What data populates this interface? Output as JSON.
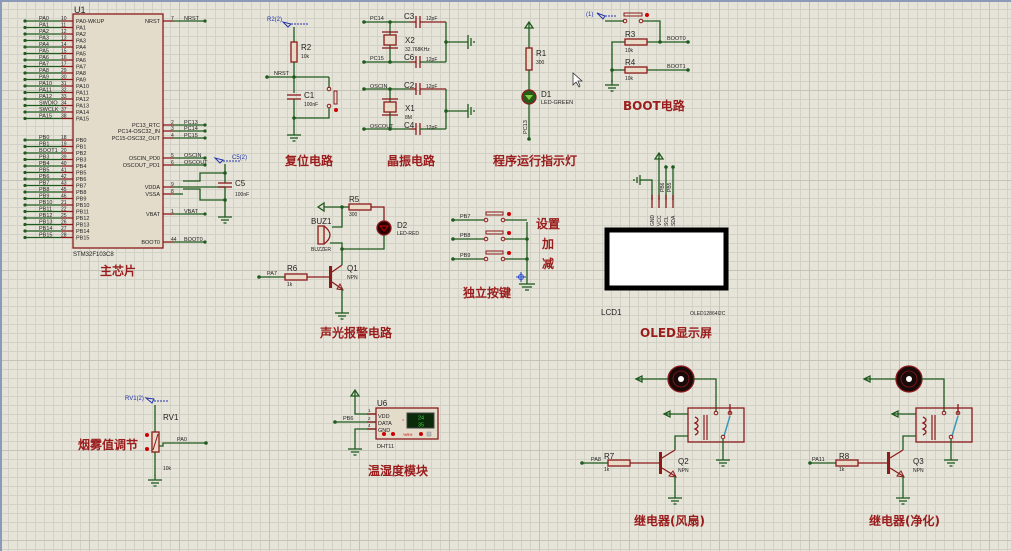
{
  "sections": {
    "mcu": "主芯片",
    "reset": "复位电路",
    "crystal": "晶振电路",
    "run_led": "程序运行指示灯",
    "boot": "BOOT电路",
    "alarm": "声光报警电路",
    "keys": "独立按键",
    "oled": "OLED显示屏",
    "smoke": "烟雾值调节",
    "dht": "温湿度模块",
    "relay_fan": "继电器(风扇)",
    "relay_purify": "继电器(净化)"
  },
  "mcu": {
    "ref": "U1",
    "part": "STM32F103C8",
    "left_pins": [
      {
        "net": "PA0",
        "num": "10",
        "name": "PA0-WKUP"
      },
      {
        "net": "PA1",
        "num": "11",
        "name": "PA1"
      },
      {
        "net": "PA2",
        "num": "12",
        "name": "PA2"
      },
      {
        "net": "PA3",
        "num": "13",
        "name": "PA3"
      },
      {
        "net": "PA4",
        "num": "14",
        "name": "PA4"
      },
      {
        "net": "PA5",
        "num": "15",
        "name": "PA5"
      },
      {
        "net": "PA6",
        "num": "16",
        "name": "PA6"
      },
      {
        "net": "PA7",
        "num": "17",
        "name": "PA7"
      },
      {
        "net": "PA8",
        "num": "29",
        "name": "PA8"
      },
      {
        "net": "PA9",
        "num": "30",
        "name": "PA9"
      },
      {
        "net": "PA10",
        "num": "31",
        "name": "PA10"
      },
      {
        "net": "PA11",
        "num": "32",
        "name": "PA11"
      },
      {
        "net": "PA12",
        "num": "33",
        "name": "PA12"
      },
      {
        "net": "SWDIO",
        "num": "34",
        "name": "PA13"
      },
      {
        "net": "SWCLK",
        "num": "37",
        "name": "PA14"
      },
      {
        "net": "PA15",
        "num": "38",
        "name": "PA15"
      },
      {
        "net": "PB0",
        "num": "18",
        "name": "PB0"
      },
      {
        "net": "PB1",
        "num": "19",
        "name": "PB1"
      },
      {
        "net": "BOOT1",
        "num": "20",
        "name": "PB2"
      },
      {
        "net": "PB3",
        "num": "39",
        "name": "PB3"
      },
      {
        "net": "PB4",
        "num": "40",
        "name": "PB4"
      },
      {
        "net": "PB5",
        "num": "41",
        "name": "PB5"
      },
      {
        "net": "PB6",
        "num": "42",
        "name": "PB6"
      },
      {
        "net": "PB7",
        "num": "43",
        "name": "PB7"
      },
      {
        "net": "PB8",
        "num": "45",
        "name": "PB8"
      },
      {
        "net": "PB9",
        "num": "46",
        "name": "PB9"
      },
      {
        "net": "PB10",
        "num": "21",
        "name": "PB10"
      },
      {
        "net": "PB11",
        "num": "22",
        "name": "PB11"
      },
      {
        "net": "PB12",
        "num": "25",
        "name": "PB12"
      },
      {
        "net": "PB13",
        "num": "26",
        "name": "PB13"
      },
      {
        "net": "PB14",
        "num": "27",
        "name": "PB14"
      },
      {
        "net": "PB15",
        "num": "28",
        "name": "PB15"
      }
    ],
    "right_pins": [
      {
        "net": "NRST",
        "num": "7",
        "name": "NRST"
      },
      {
        "net": "PC13",
        "num": "2",
        "name": "PC13_RTC"
      },
      {
        "net": "PC14",
        "num": "3",
        "name": "PC14-OSC32_IN"
      },
      {
        "net": "PC15",
        "num": "4",
        "name": "PC15-OSC32_OUT"
      },
      {
        "net": "OSCIN",
        "num": "5",
        "name": "OSCIN_PD0"
      },
      {
        "net": "OSCOUT",
        "num": "6",
        "name": "OSCOUT_PD1"
      },
      {
        "net": "",
        "num": "9",
        "name": "VDDA"
      },
      {
        "net": "",
        "num": "8",
        "name": "VSSA"
      },
      {
        "net": "VBAT",
        "num": "1",
        "name": "VBAT"
      },
      {
        "net": "BOOT0",
        "num": "44",
        "name": "BOOT0"
      }
    ],
    "c5": {
      "ref": "C5",
      "value": "100nF",
      "probe": "C5(2)"
    }
  },
  "reset": {
    "r2": "R2",
    "r2_val": "10k",
    "c1": "C1",
    "c1_val": "100nF",
    "net": "NRST",
    "probe": "R2(2)"
  },
  "crystal": {
    "c3": "C3",
    "c3_val": "12pF",
    "c6": "C6",
    "c6_val": "12pF",
    "x2": "X2",
    "x2_val": "32.768KHz",
    "c2": "C2",
    "c2_val": "12pF",
    "c4": "C4",
    "c4_val": "12pF",
    "x1": "X1",
    "x1_val": "8M",
    "net_pc14": "PC14",
    "net_pc15": "PC15",
    "net_oscin": "OSCIN",
    "net_oscout": "OSCOUT"
  },
  "run_led": {
    "r1": "R1",
    "r1_val": "300",
    "d1": "D1",
    "d1_val": "LED-GREEN",
    "net": "PC13"
  },
  "boot": {
    "probe": "(1)",
    "r3": "R3",
    "r3_val": "10k",
    "r4": "R4",
    "r4_val": "10k",
    "net0": "BOOT0",
    "net1": "BOOT1"
  },
  "alarm": {
    "buz": "BUZ1",
    "buz_val": "BUZZER",
    "r5": "R5",
    "r5_val": "300",
    "d2": "D2",
    "d2_val": "LED-RED",
    "r6": "R6",
    "r6_val": "1k",
    "q1": "Q1",
    "q1_val": "NPN",
    "net": "PA7"
  },
  "keys": {
    "nets": [
      "PB7",
      "PB8",
      "PB9"
    ],
    "labels": [
      "设置",
      "加",
      "减"
    ]
  },
  "oled": {
    "ref": "LCD1",
    "part": "OLED12864I2C",
    "pins": [
      "GND",
      "VCC",
      "SCL",
      "SDA"
    ],
    "nets": [
      "PB6",
      "PB5"
    ]
  },
  "smoke": {
    "probe": "RV1(2)",
    "ref": "RV1",
    "val": "10k",
    "net": "PA0"
  },
  "dht": {
    "ref": "U6",
    "part": "DHT11",
    "pins": [
      {
        "num": "1",
        "name": "VDD"
      },
      {
        "num": "2",
        "name": "DATA"
      },
      {
        "num": "4",
        "name": "GND"
      }
    ],
    "net": "PB6",
    "temp": "24",
    "hum": "35",
    "unit": "%RH"
  },
  "relay_fan": {
    "r": "R7",
    "r_val": "1k",
    "q": "Q2",
    "q_val": "NPN",
    "net": "PA8"
  },
  "relay_purify": {
    "r": "R8",
    "r_val": "1k",
    "q": "Q3",
    "q_val": "NPN",
    "net": "PA11"
  }
}
